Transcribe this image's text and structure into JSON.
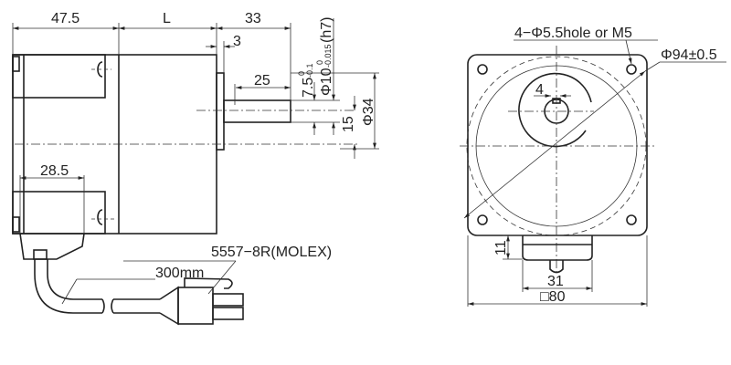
{
  "side_view": {
    "dim_rear": "47.5",
    "dim_body": "L",
    "dim_shaft_total": "33",
    "dim_flange": "3",
    "dim_shaft_key": "25",
    "dim_key_depth": "7.5",
    "dim_key_depth_tol_upper": "0",
    "dim_key_depth_tol_lower": "-0.1",
    "dim_shaft_dia": "Φ10",
    "dim_shaft_dia_tol_upper": "0",
    "dim_shaft_dia_tol_lower": "-0.015",
    "dim_shaft_dia_fit": "(h7)",
    "dim_pilot_dia": "Φ34",
    "dim_offset": "15",
    "dim_box": "28.5",
    "connector_label": "5557−8R(MOLEX)",
    "cable_length": "300mm"
  },
  "front_view": {
    "hole_label": "4−Φ5.5hole or M5",
    "pcd_label": "Φ94±0.5",
    "dim_key_width": "4",
    "dim_box_height": "11",
    "dim_box_width": "31",
    "dim_square": "□80"
  }
}
